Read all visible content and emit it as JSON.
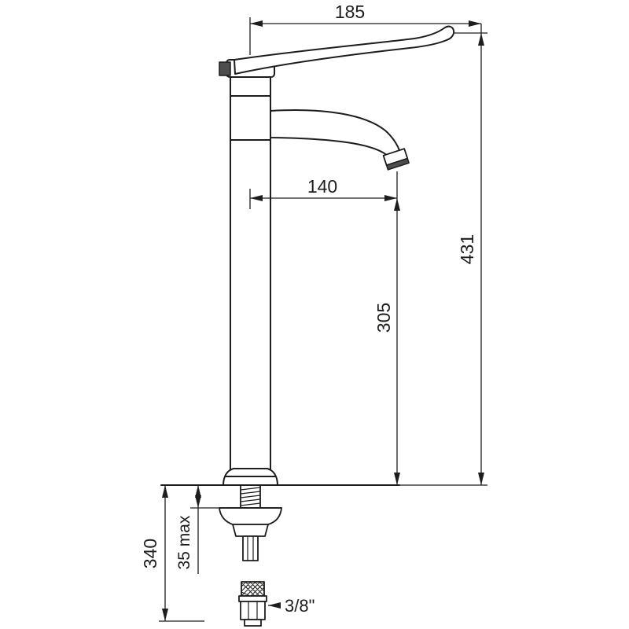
{
  "drawing": {
    "dims": {
      "handle_width": "185",
      "spout_projection": "140",
      "overall_height": "431",
      "spout_height": "305",
      "below_deck": "340",
      "deck_max": "35 max",
      "connection": "3/8\""
    },
    "colors": {
      "line": "#1d1d1b",
      "background": "#ffffff",
      "shade": "#4d4d4d"
    }
  }
}
